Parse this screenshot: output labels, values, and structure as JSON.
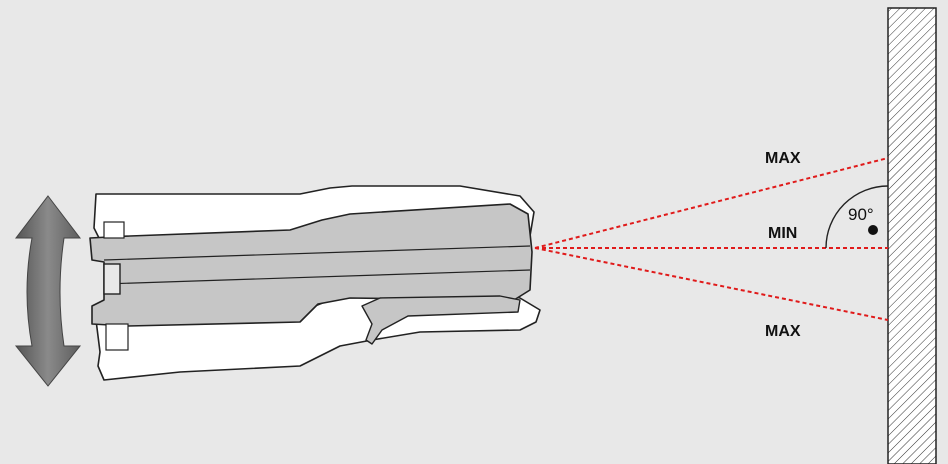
{
  "labels": {
    "max_top": "MAX",
    "min": "MIN",
    "max_bottom": "MAX",
    "angle": "90°"
  },
  "colors": {
    "background": "#e8e8e8",
    "beam": "#e01a1a",
    "device_body": "#c8c8c8",
    "device_clip": "#ffffff",
    "arrow": "#6f6f6f",
    "wall_hatch": "#333333",
    "outline": "#222222"
  }
}
